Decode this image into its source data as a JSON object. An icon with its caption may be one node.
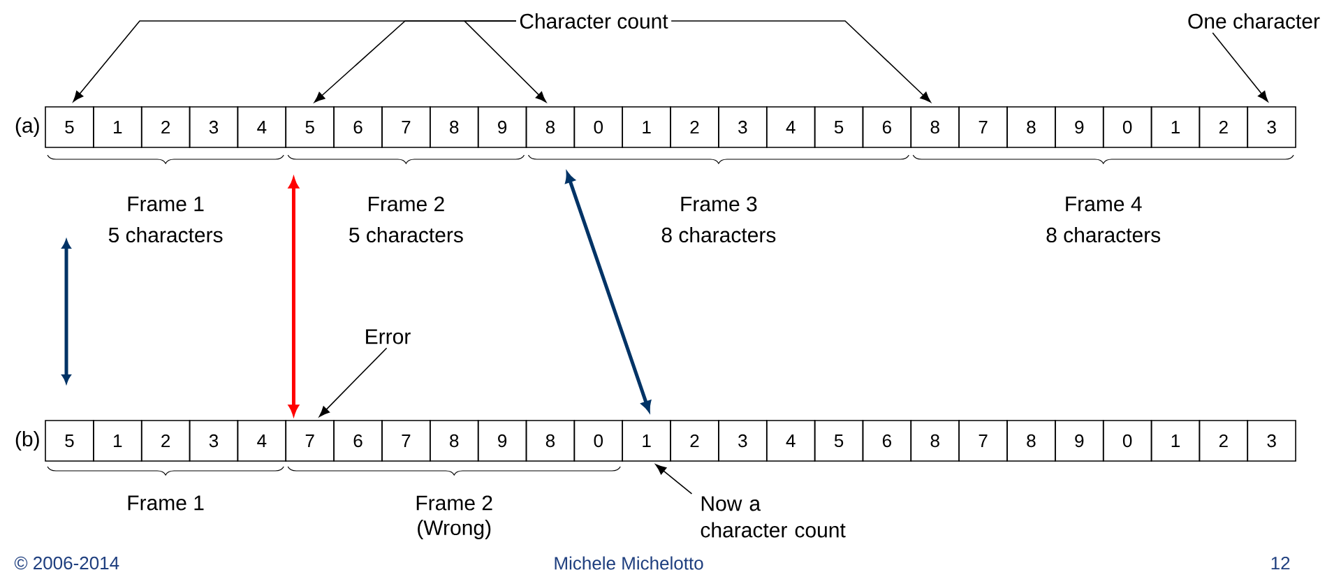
{
  "diagram": {
    "nodes": [
      {
        "text": [
          "Character count"
        ]
      },
      {
        "text": [
          "5"
        ]
      },
      {
        "text": [
          "1"
        ]
      },
      {
        "text": [
          "2"
        ]
      },
      {
        "text": [
          "3"
        ]
      },
      {
        "text": [
          "4"
        ]
      },
      {
        "text": [
          "5"
        ]
      },
      {
        "text": [
          "6"
        ]
      },
      {
        "text": [
          "7"
        ]
      },
      {
        "text": [
          "8"
        ]
      },
      {
        "text": [
          "9"
        ]
      },
      {
        "text": [
          "8"
        ]
      },
      {
        "text": [
          "0"
        ]
      },
      {
        "text": [
          "1"
        ]
      },
      {
        "text": [
          "2"
        ]
      },
      {
        "text": [
          "3"
        ]
      },
      {
        "text": [
          "4"
        ]
      },
      {
        "text": [
          "5"
        ]
      },
      {
        "text": [
          "6"
        ]
      },
      {
        "text": [
          "8"
        ]
      },
      {
        "text": [
          "7"
        ]
      },
      {
        "text": [
          "8"
        ]
      },
      {
        "text": [
          "9"
        ]
      },
      {
        "text": [
          "0"
        ]
      },
      {
        "text": [
          "1"
        ]
      },
      {
        "text": [
          "2"
        ]
      },
      {
        "text": [
          "3"
        ]
      },
      {
        "text": [
          "One character"
        ]
      },
      {
        "text": [
          "5"
        ]
      },
      {
        "text": [
          "1"
        ]
      },
      {
        "text": [
          "2"
        ]
      },
      {
        "text": [
          "3"
        ]
      },
      {
        "text": [
          "4"
        ]
      },
      {
        "text": [
          "7"
        ]
      },
      {
        "text": [
          "6"
        ]
      },
      {
        "text": [
          "7"
        ]
      },
      {
        "text": [
          "8"
        ]
      },
      {
        "text": [
          "9"
        ]
      },
      {
        "text": [
          "8"
        ]
      },
      {
        "text": [
          "0"
        ]
      },
      {
        "text": [
          "1"
        ]
      },
      {
        "text": [
          "2"
        ]
      },
      {
        "text": [
          "3"
        ]
      },
      {
        "text": [
          "4"
        ]
      },
      {
        "text": [
          "5"
        ]
      },
      {
        "text": [
          "6"
        ]
      },
      {
        "text": [
          "8"
        ]
      },
      {
        "text": [
          "7"
        ]
      },
      {
        "text": [
          "8"
        ]
      },
      {
        "text": [
          "9"
        ]
      },
      {
        "text": [
          "0"
        ]
      },
      {
        "text": [
          "1"
        ]
      },
      {
        "text": [
          "2"
        ]
      },
      {
        "text": [
          "3"
        ]
      },
      {
        "text": [
          "Error"
        ]
      },
      {
        "text": [
          "Now a character count"
        ]
      }
    ],
    "edges": [
      {
        "from": 0,
        "to": 1,
        "arrow": "to"
      },
      {
        "from": 0,
        "to": 6,
        "arrow": "to"
      },
      {
        "from": 0,
        "to": 11,
        "arrow": "to"
      },
      {
        "from": 0,
        "to": 19,
        "arrow": "to"
      },
      {
        "from": 27,
        "to": 26,
        "arrow": "to"
      },
      {
        "from": 54,
        "to": 33,
        "arrow": "to"
      },
      {
        "from": 55,
        "to": 40,
        "arrow": "to"
      },
      {
        "from": 6,
        "to": 33,
        "arrow": "both",
        "style": "thick",
        "color": "#ff0000"
      },
      {
        "from": 11,
        "to": 40,
        "arrow": "both",
        "style": "thick",
        "color": "#003366"
      }
    ],
    "labels": [
      "(a)",
      "Frame 1",
      "5 characters",
      "Frame 2",
      "5 characters",
      "Frame 3",
      "8 characters",
      "Frame 4",
      "8 characters",
      "(b)",
      "Frame 1",
      "Frame 2",
      "(Wrong)",
      "© 2006-2014",
      "Michele Michelotto",
      "12"
    ]
  }
}
